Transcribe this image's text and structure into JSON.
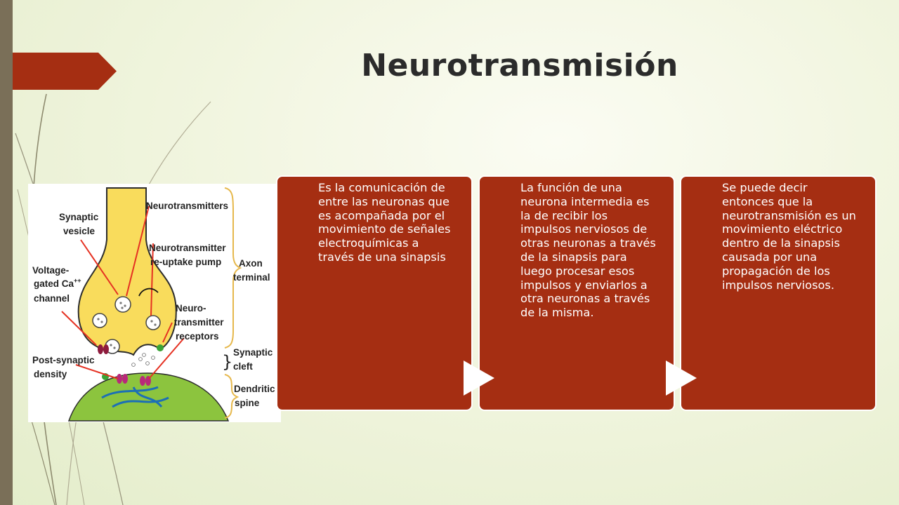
{
  "slide": {
    "title": "Neurotransmisión",
    "accent_color": "#a52e12",
    "side_bar_color": "#7a6f58"
  },
  "diagram": {
    "labels": {
      "synaptic_vesicle_1": "Synaptic",
      "synaptic_vesicle_2": "vesicle",
      "neurotransmitters": "Neurotransmitters",
      "reuptake_1": "Neurotransmitter",
      "reuptake_2": "re-uptake pump",
      "axon_1": "Axon",
      "axon_2": "terminal",
      "voltage_1": "Voltage-",
      "voltage_2": "gated Ca",
      "voltage_sup": "++",
      "voltage_3": "channel",
      "receptors_1": "Neuro-",
      "receptors_2": "transmitter",
      "receptors_3": "receptors",
      "cleft_1": "Synaptic",
      "cleft_2": "cleft",
      "postsyn_1": "Post-synaptic",
      "postsyn_2": "density",
      "spine_1": "Dendritic",
      "spine_2": "spine"
    }
  },
  "boxes": [
    {
      "text": "Es la comunicación de entre las neuronas que es acompañada por el movimiento de señales electroquímicas a través de una sinapsis"
    },
    {
      "text": "La función de una neurona intermedia es la de recibir los impulsos nerviosos de otras neuronas a través de la sinapsis para luego procesar esos impulsos y enviarlos a otra neuronas a través de la misma."
    },
    {
      "text": "Se puede decir entonces que la neurotransmisión es un movimiento eléctrico dentro de la sinapsis causada por una propagación de los impulsos nerviosos."
    }
  ]
}
